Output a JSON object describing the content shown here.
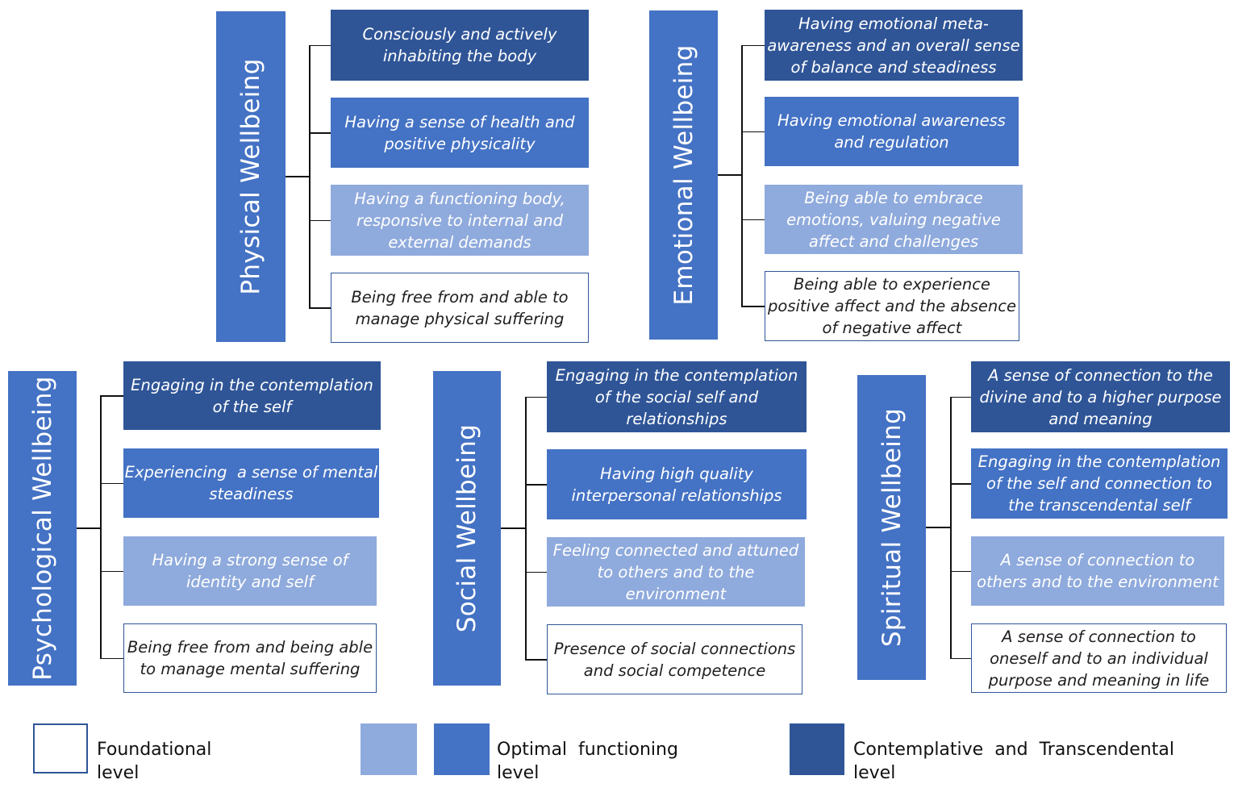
{
  "colors": {
    "contemplative": "#2F5597",
    "optimal_high": "#4472C4",
    "optimal_low": "#8FAADC",
    "foundational": "#FFFFFF",
    "connector": "#111111"
  },
  "domains": [
    {
      "name": "Physical Wellbeing",
      "items": [
        {
          "level": "contemplative",
          "lines": [
            "Consciously and actively",
            "inhabiting the body"
          ]
        },
        {
          "level": "optimal_high",
          "lines": [
            "Having a sense of health and",
            "positive physicality"
          ]
        },
        {
          "level": "optimal_low",
          "lines": [
            "Having a functioning body,",
            "responsive to internal and",
            "external demands"
          ]
        },
        {
          "level": "foundational",
          "lines": [
            "Being free from and able to",
            "manage physical suffering"
          ]
        }
      ]
    },
    {
      "name": "Emotional Wellbeing",
      "items": [
        {
          "level": "contemplative",
          "lines": [
            "Having emotional meta-",
            "awareness and an overall sense",
            "of balance and steadiness"
          ]
        },
        {
          "level": "optimal_high",
          "lines": [
            "Having emotional awareness",
            "and regulation"
          ]
        },
        {
          "level": "optimal_low",
          "lines": [
            "Being able to embrace",
            "emotions, valuing negative",
            "affect and challenges"
          ]
        },
        {
          "level": "foundational",
          "lines": [
            "Being able to experience",
            "positive affect and the absence",
            "of negative affect"
          ]
        }
      ]
    },
    {
      "name": "Psychological Wellbeing",
      "items": [
        {
          "level": "contemplative",
          "lines": [
            "Engaging in the contemplation",
            "of the self"
          ]
        },
        {
          "level": "optimal_high",
          "lines": [
            "Experiencing  a sense of mental",
            "steadiness"
          ]
        },
        {
          "level": "optimal_low",
          "lines": [
            "Having a strong sense of",
            "identity and self"
          ]
        },
        {
          "level": "foundational",
          "lines": [
            "Being free from and being able",
            "to manage mental suffering"
          ]
        }
      ]
    },
    {
      "name": "Social Wellbeing",
      "items": [
        {
          "level": "contemplative",
          "lines": [
            "Engaging in the contemplation",
            "of the social self and",
            "relationships"
          ]
        },
        {
          "level": "optimal_high",
          "lines": [
            "Having high quality",
            "interpersonal relationships"
          ]
        },
        {
          "level": "optimal_low",
          "lines": [
            "Feeling connected and attuned",
            "to others and to the",
            "environment"
          ]
        },
        {
          "level": "foundational",
          "lines": [
            "Presence of social connections",
            "and social competence"
          ]
        }
      ]
    },
    {
      "name": "Spiritual Wellbeing",
      "items": [
        {
          "level": "contemplative",
          "lines": [
            "A sense of connection to the",
            "divine and to a higher purpose",
            "and meaning"
          ]
        },
        {
          "level": "optimal_high",
          "lines": [
            "Engaging in the contemplation",
            "of the self and connection to",
            "the transcendental self"
          ]
        },
        {
          "level": "optimal_low",
          "lines": [
            "A sense of connection to",
            "others and to the environment"
          ]
        },
        {
          "level": "foundational",
          "lines": [
            "A sense of connection to",
            "oneself and to an individual",
            "purpose and meaning in life"
          ]
        }
      ]
    }
  ],
  "legend": [
    {
      "text_lines": [
        "Foundational",
        "level"
      ]
    },
    {
      "text_lines": [
        "Optimal  functioning",
        "level"
      ]
    },
    {
      "text_lines": [
        "Contemplative  and  Transcendental",
        "level"
      ]
    }
  ]
}
